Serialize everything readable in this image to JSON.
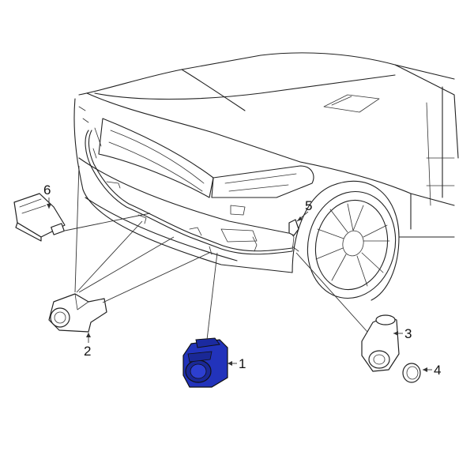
{
  "diagram": {
    "highlight_color": "#2233bb",
    "outline_color": "#222222",
    "background": "#ffffff",
    "callouts": [
      {
        "id": "1",
        "label": "1",
        "part": "parking-aid-sensor",
        "highlighted": true
      },
      {
        "id": "2",
        "label": "2",
        "part": "sensor-bracket"
      },
      {
        "id": "3",
        "label": "3",
        "part": "sensor-retainer"
      },
      {
        "id": "4",
        "label": "4",
        "part": "sensor-bezel-ring"
      },
      {
        "id": "5",
        "label": "5",
        "part": "wiring-harness-connector"
      },
      {
        "id": "6",
        "label": "6",
        "part": "parking-aid-module"
      }
    ]
  }
}
